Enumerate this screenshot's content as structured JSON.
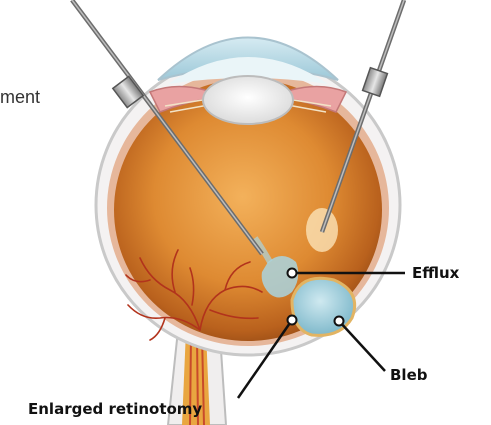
{
  "figure": {
    "cut_text": "ment",
    "labels": {
      "efflux": "Efflux",
      "bleb": "Bleb",
      "retinotomy": "Enlarged retinotomy"
    }
  }
}
